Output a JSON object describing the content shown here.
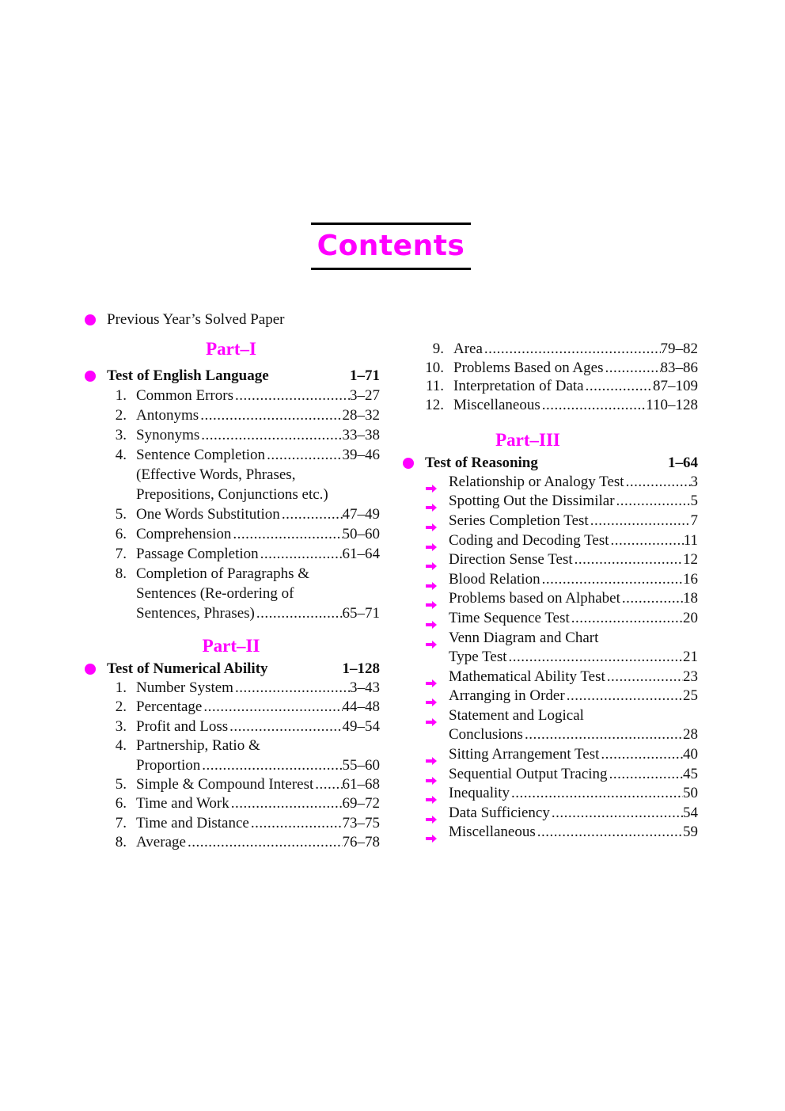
{
  "title": "Contents",
  "accent": "#ff00ff",
  "previous_paper": "Previous Year’s Solved Paper",
  "part1": {
    "label": "Part–I",
    "heading": "Test of English Language",
    "pages": "1–71",
    "items": [
      {
        "num": "1.",
        "lines": [],
        "text": "Common Errors",
        "pages": "3–27"
      },
      {
        "num": "2.",
        "lines": [],
        "text": "Antonyms",
        "pages": "28–32"
      },
      {
        "num": "3.",
        "lines": [],
        "text": "Synonyms",
        "pages": "33–38"
      },
      {
        "num": "4.",
        "lines": [],
        "text": "Sentence Completion",
        "pages": "39–46",
        "after": [
          "(Effective Words, Phrases,",
          "Prepositions, Conjunctions etc.)"
        ]
      },
      {
        "num": "5.",
        "lines": [],
        "text": "One Words Substitution",
        "pages": "47–49"
      },
      {
        "num": "6.",
        "lines": [],
        "text": "Comprehension",
        "pages": "50–60"
      },
      {
        "num": "7.",
        "lines": [],
        "text": "Passage Completion",
        "pages": "61–64"
      },
      {
        "num": "8.",
        "lines": [
          "Completion of Paragraphs &",
          "Sentences (Re-ordering of"
        ],
        "text": "Sentences, Phrases)",
        "pages": "65–71"
      }
    ]
  },
  "part2": {
    "label": "Part–II",
    "heading": "Test of Numerical Ability",
    "pages": "1–128",
    "items": [
      {
        "num": "1.",
        "lines": [],
        "text": "Number System",
        "pages": "3–43"
      },
      {
        "num": "2.",
        "lines": [],
        "text": "Percentage",
        "pages": "44–48"
      },
      {
        "num": "3.",
        "lines": [],
        "text": "Profit and Loss",
        "pages": "49–54"
      },
      {
        "num": "4.",
        "lines": [
          "Partnership, Ratio &"
        ],
        "text": "Proportion",
        "pages": "55–60"
      },
      {
        "num": "5.",
        "lines": [],
        "text": "Simple & Compound Interest",
        "pages": "61–68"
      },
      {
        "num": "6.",
        "lines": [],
        "text": "Time and Work",
        "pages": "69–72"
      },
      {
        "num": "7.",
        "lines": [],
        "text": "Time and Distance",
        "pages": "73–75"
      },
      {
        "num": "8.",
        "lines": [],
        "text": "Average",
        "pages": "76–78"
      },
      {
        "num": "9.",
        "lines": [],
        "text": "Area",
        "pages": "79–82"
      },
      {
        "num": "10.",
        "lines": [],
        "text": "Problems Based on Ages",
        "pages": "83–86"
      },
      {
        "num": "11.",
        "lines": [],
        "text": "Interpretation of Data",
        "pages": "87–109"
      },
      {
        "num": "12.",
        "lines": [],
        "text": "Miscellaneous",
        "pages": "110–128"
      }
    ]
  },
  "part3": {
    "label": "Part–III",
    "heading": "Test of Reasoning",
    "pages": "1–64",
    "items": [
      {
        "lines": [],
        "text": "Relationship or Analogy Test",
        "pages": "3"
      },
      {
        "lines": [],
        "text": "Spotting Out the Dissimilar",
        "pages": "5"
      },
      {
        "lines": [],
        "text": "Series Completion Test",
        "pages": "7"
      },
      {
        "lines": [],
        "text": "Coding and Decoding Test",
        "pages": "11"
      },
      {
        "lines": [],
        "text": "Direction Sense Test",
        "pages": "12"
      },
      {
        "lines": [],
        "text": "Blood Relation",
        "pages": "16"
      },
      {
        "lines": [],
        "text": "Problems based on Alphabet",
        "pages": "18"
      },
      {
        "lines": [],
        "text": "Time Sequence Test",
        "pages": "20"
      },
      {
        "lines": [
          "Venn Diagram and Chart"
        ],
        "text": "Type Test",
        "pages": "21"
      },
      {
        "lines": [],
        "text": "Mathematical Ability Test",
        "pages": "23"
      },
      {
        "lines": [],
        "text": "Arranging in Order",
        "pages": "25"
      },
      {
        "lines": [
          "Statement and Logical"
        ],
        "text": "Conclusions",
        "pages": "28"
      },
      {
        "lines": [],
        "text": "Sitting Arrangement Test",
        "pages": "40"
      },
      {
        "lines": [],
        "text": "Sequential Output Tracing",
        "pages": "45"
      },
      {
        "lines": [],
        "text": "Inequality",
        "pages": "50"
      },
      {
        "lines": [],
        "text": "Data Sufficiency",
        "pages": "54"
      },
      {
        "lines": [],
        "text": "Miscellaneous",
        "pages": "59"
      }
    ]
  }
}
